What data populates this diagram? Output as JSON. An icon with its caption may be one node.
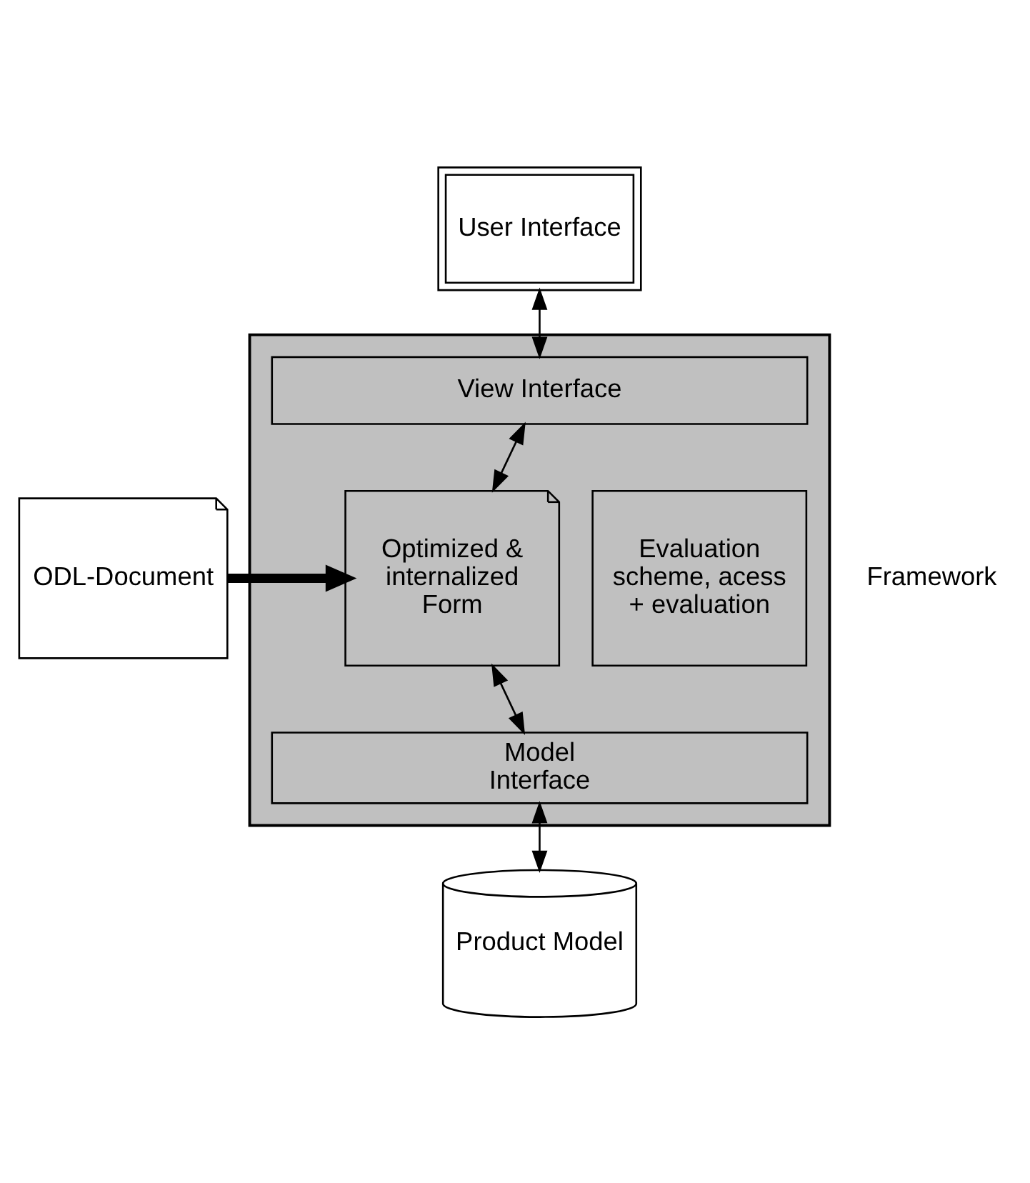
{
  "diagram": {
    "nodes": [
      {
        "text": [
          "User Interface"
        ]
      },
      {
        "text": [],
        "shape": "box",
        "beside": [
          "Framework"
        ]
      },
      {
        "text": [
          "View Interface"
        ],
        "in": 1
      },
      {
        "text": [
          "Optimized & internalized Form"
        ],
        "in": 1
      },
      {
        "text": [
          "Evaluation scheme, acess + evaluation"
        ],
        "in": 1
      },
      {
        "text": [
          "Model Interface"
        ],
        "in": 1
      },
      {
        "text": [
          "ODL-Document"
        ]
      },
      {
        "text": [
          "Product Model"
        ]
      }
    ],
    "edges": [
      {
        "from": 0,
        "to": 2,
        "arrow": "both"
      },
      {
        "from": 2,
        "to": 3,
        "arrow": "both"
      },
      {
        "from": 3,
        "to": 5,
        "arrow": "both"
      },
      {
        "from": 6,
        "to": 3,
        "arrow": "to",
        "style": "thick"
      },
      {
        "from": 5,
        "to": 7,
        "arrow": "both"
      }
    ]
  }
}
